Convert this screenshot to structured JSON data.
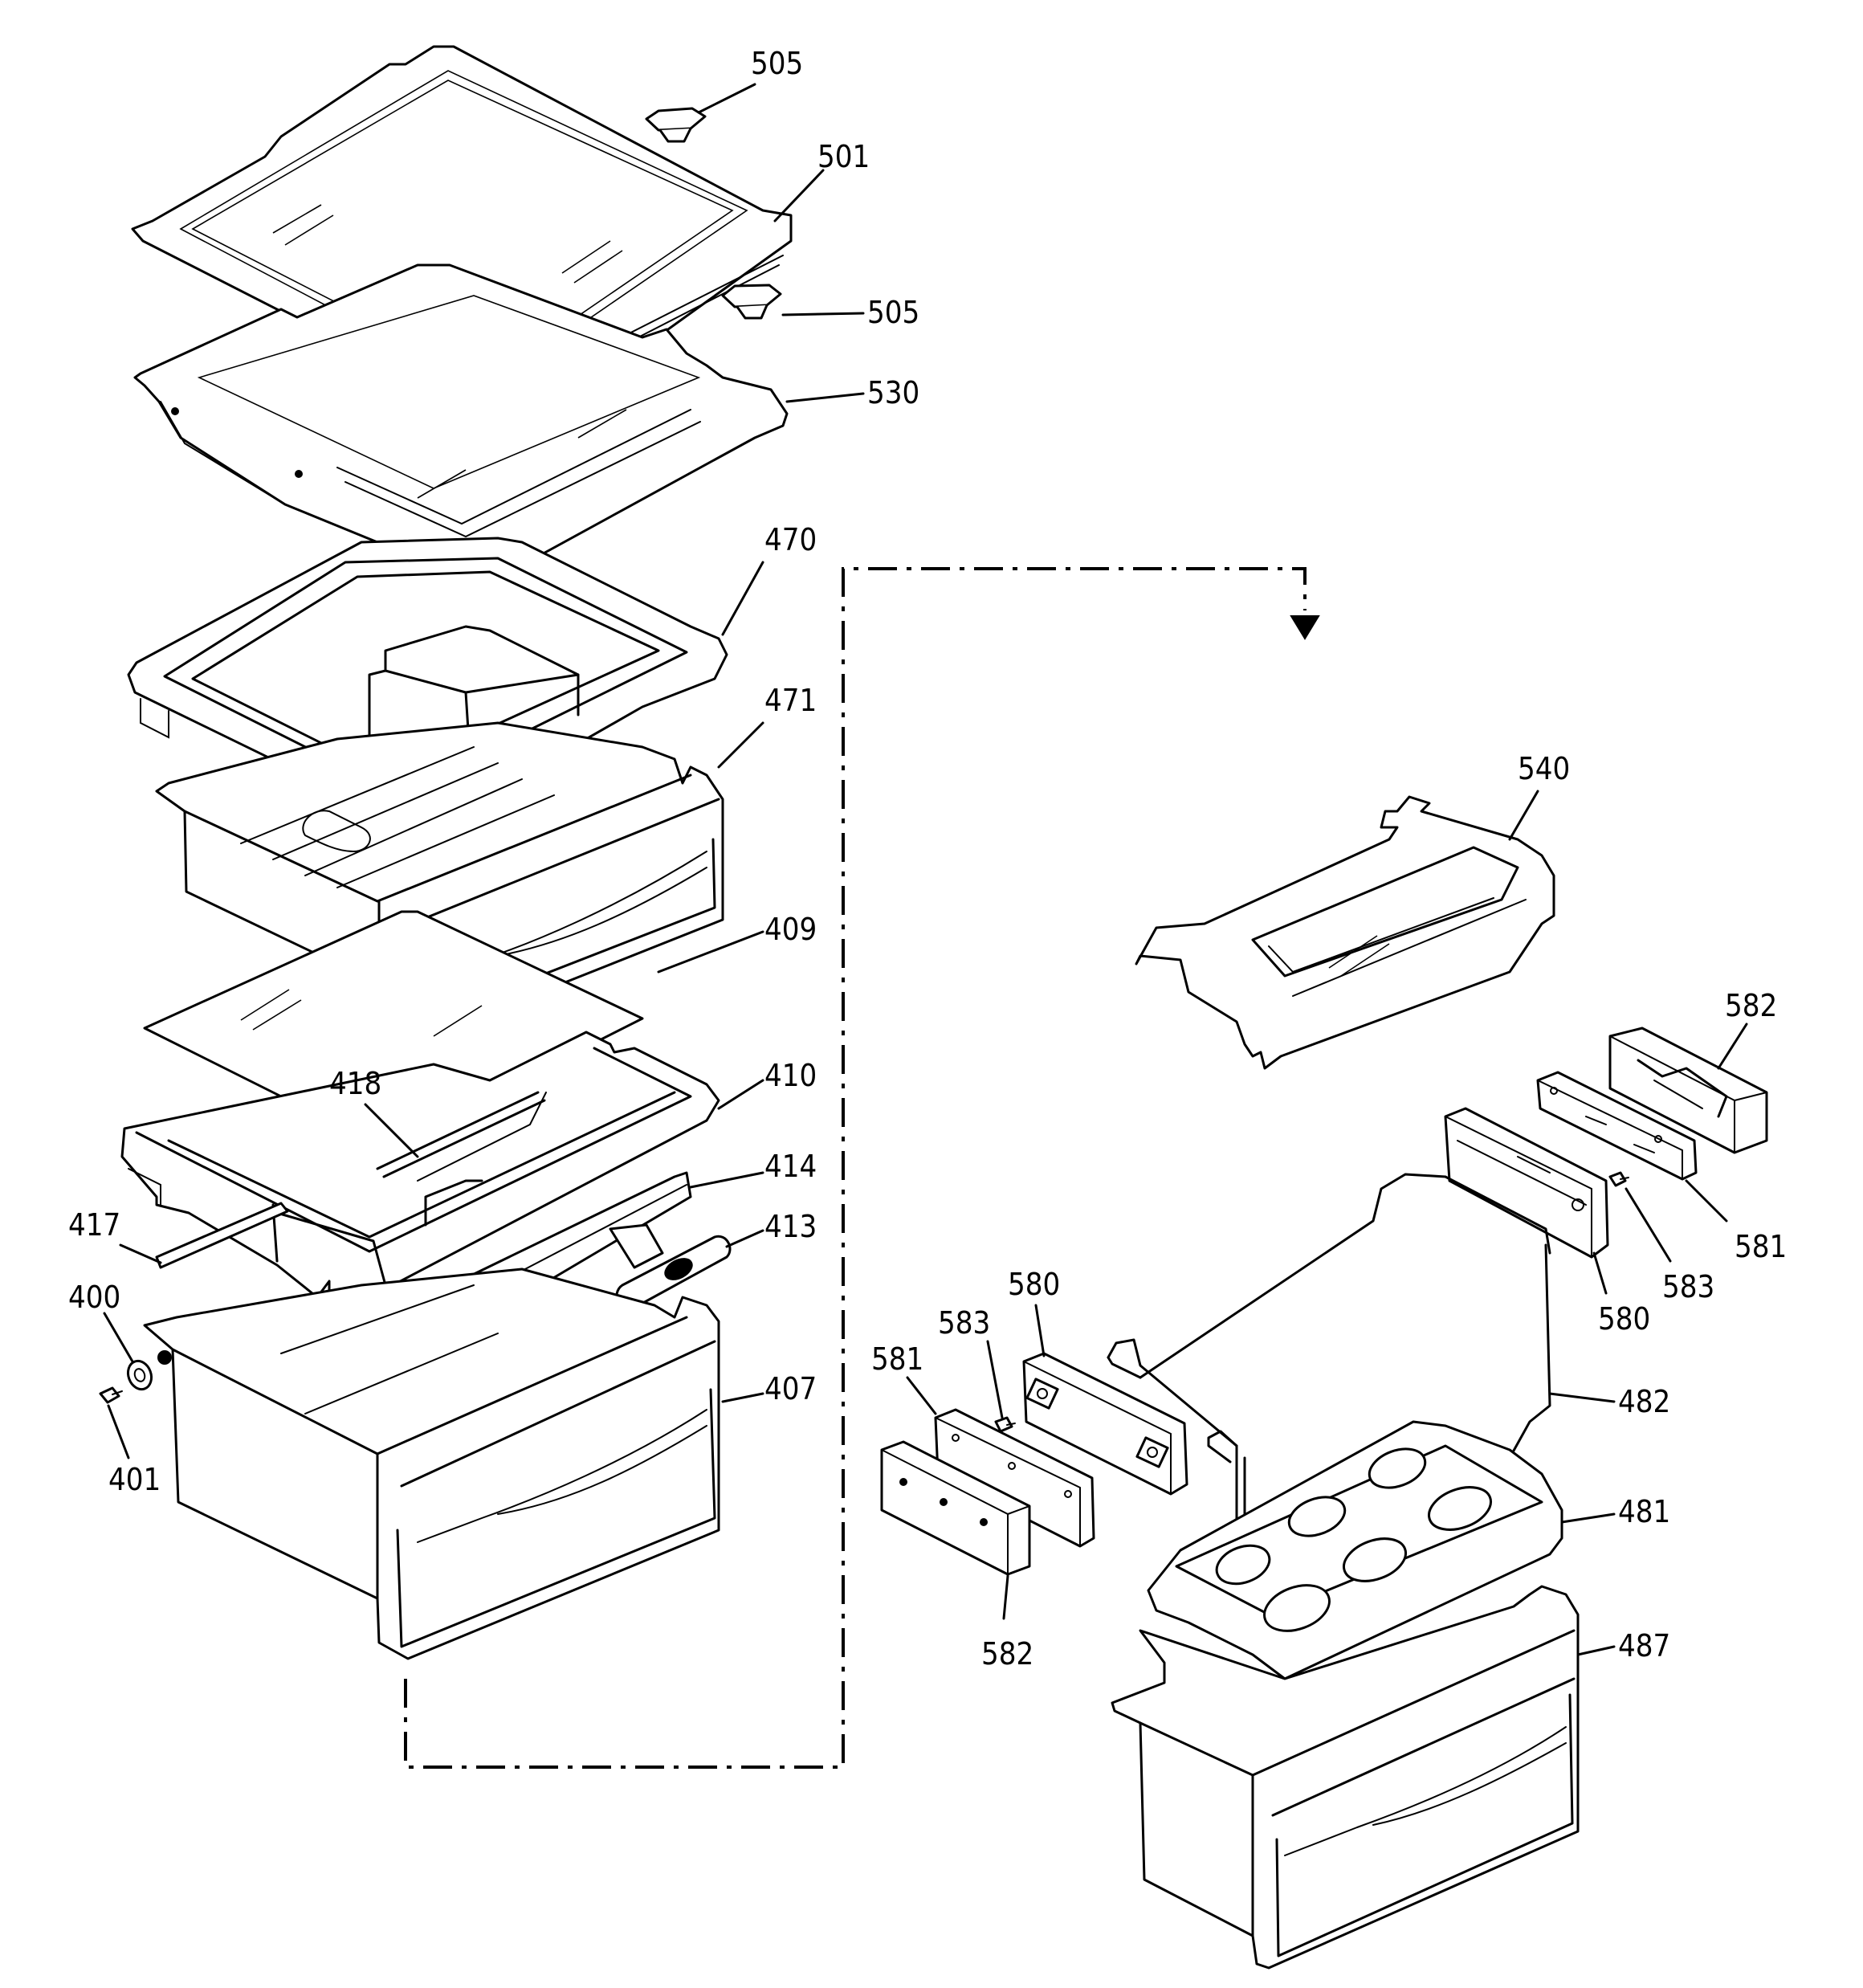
{
  "diagram": {
    "type": "exploded-parts-view",
    "colors": {
      "line": "#000000",
      "background": "#ffffff"
    },
    "callouts": [
      {
        "id": "c-505-top",
        "text": "505"
      },
      {
        "id": "c-501",
        "text": "501"
      },
      {
        "id": "c-505-mid",
        "text": "505"
      },
      {
        "id": "c-530",
        "text": "530"
      },
      {
        "id": "c-470",
        "text": "470"
      },
      {
        "id": "c-471",
        "text": "471"
      },
      {
        "id": "c-409",
        "text": "409"
      },
      {
        "id": "c-418",
        "text": "418"
      },
      {
        "id": "c-410",
        "text": "410"
      },
      {
        "id": "c-414",
        "text": "414"
      },
      {
        "id": "c-417",
        "text": "417"
      },
      {
        "id": "c-413",
        "text": "413"
      },
      {
        "id": "c-400",
        "text": "400"
      },
      {
        "id": "c-407",
        "text": "407"
      },
      {
        "id": "c-401",
        "text": "401"
      },
      {
        "id": "c-540",
        "text": "540"
      },
      {
        "id": "c-582-right",
        "text": "582"
      },
      {
        "id": "c-581-right",
        "text": "581"
      },
      {
        "id": "c-583-right",
        "text": "583"
      },
      {
        "id": "c-580-right",
        "text": "580"
      },
      {
        "id": "c-580-left",
        "text": "580"
      },
      {
        "id": "c-583-left",
        "text": "583"
      },
      {
        "id": "c-581-left",
        "text": "581"
      },
      {
        "id": "c-482",
        "text": "482"
      },
      {
        "id": "c-481",
        "text": "481"
      },
      {
        "id": "c-582-left",
        "text": "582"
      },
      {
        "id": "c-487",
        "text": "487"
      }
    ]
  }
}
